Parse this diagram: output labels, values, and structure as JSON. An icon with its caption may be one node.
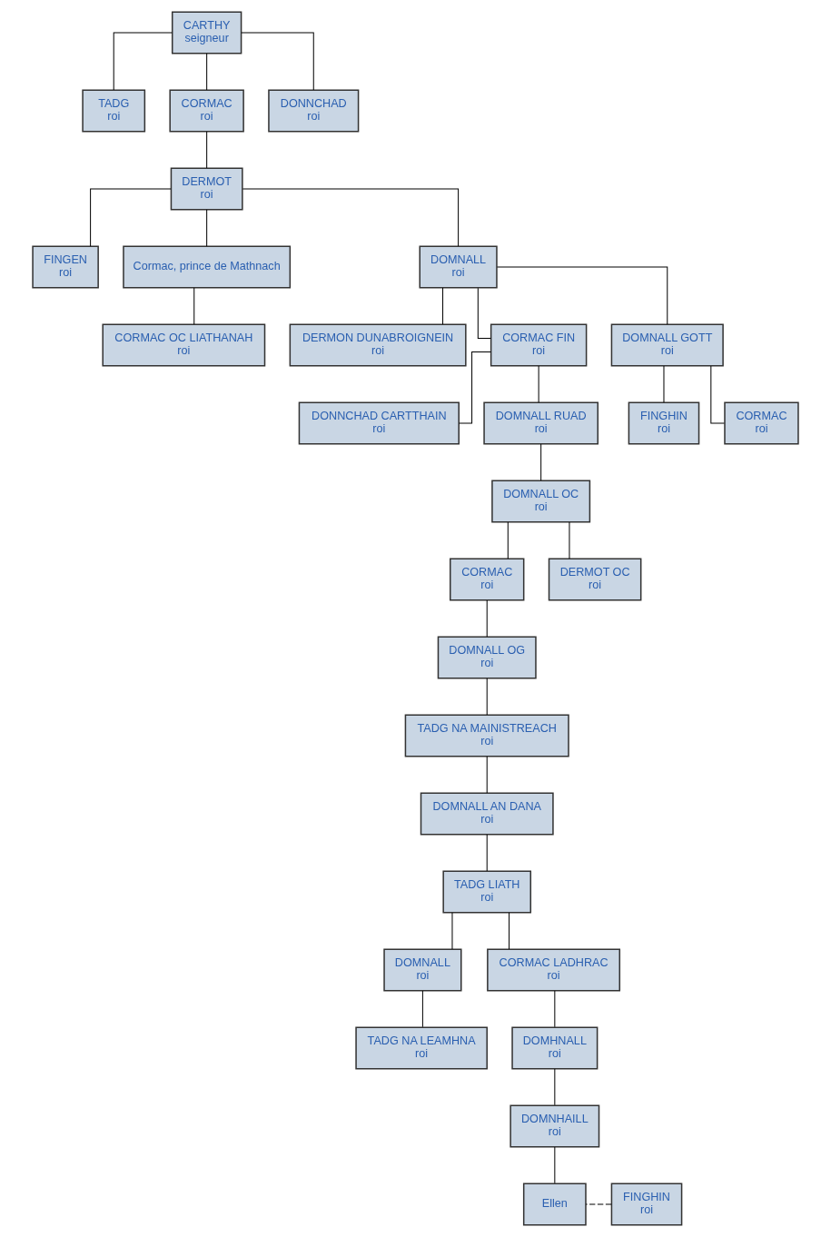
{
  "diagram": {
    "nodes": [
      {
        "text": [
          "CARTHY",
          "seigneur"
        ]
      },
      {
        "text": [
          "TADG",
          "roi"
        ]
      },
      {
        "text": [
          "CORMAC",
          "roi"
        ]
      },
      {
        "text": [
          "DONNCHAD",
          "roi"
        ]
      },
      {
        "text": [
          "DERMOT",
          "roi"
        ]
      },
      {
        "text": [
          "FINGEN",
          "roi"
        ]
      },
      {
        "text": [
          "Cormac, prince de Mathnach"
        ]
      },
      {
        "text": [
          "DOMNALL",
          "roi"
        ]
      },
      {
        "text": [
          "CORMAC OC LIATHANAH",
          "roi"
        ]
      },
      {
        "text": [
          "DERMON DUNABROIGNEIN",
          "roi"
        ]
      },
      {
        "text": [
          "CORMAC FIN",
          "roi"
        ]
      },
      {
        "text": [
          "DOMNALL GOTT",
          "roi"
        ]
      },
      {
        "text": [
          "DONNCHAD CARTTHAIN",
          "roi"
        ]
      },
      {
        "text": [
          "DOMNALL RUAD",
          "roi"
        ]
      },
      {
        "text": [
          "FINGHIN",
          "roi"
        ]
      },
      {
        "text": [
          "CORMAC",
          "roi"
        ]
      },
      {
        "text": [
          "DOMNALL OC",
          "roi"
        ]
      },
      {
        "text": [
          "CORMAC",
          "roi"
        ]
      },
      {
        "text": [
          "DERMOT OC",
          "roi"
        ]
      },
      {
        "text": [
          "DOMNALL OG",
          "roi"
        ]
      },
      {
        "text": [
          "TADG NA MAINISTREACH",
          "roi"
        ]
      },
      {
        "text": [
          "DOMNALL AN DANA",
          "roi"
        ]
      },
      {
        "text": [
          "TADG LIATH",
          "roi"
        ]
      },
      {
        "text": [
          "DOMNALL",
          "roi"
        ]
      },
      {
        "text": [
          "CORMAC LADHRAC",
          "roi"
        ]
      },
      {
        "text": [
          "TADG NA LEAMHNA",
          "roi"
        ]
      },
      {
        "text": [
          "DOMHNALL",
          "roi"
        ]
      },
      {
        "text": [
          "DOMNHAILL",
          "roi"
        ]
      },
      {
        "text": [
          "FINGHIN",
          "roi"
        ]
      },
      {
        "text": [
          "Ellen"
        ]
      }
    ],
    "edges": [
      {
        "from": 0,
        "to": 1,
        "arrow": "none"
      },
      {
        "from": 0,
        "to": 2,
        "arrow": "none"
      },
      {
        "from": 0,
        "to": 3,
        "arrow": "none"
      },
      {
        "from": 2,
        "to": 4,
        "arrow": "none"
      },
      {
        "from": 4,
        "to": 5,
        "arrow": "none"
      },
      {
        "from": 4,
        "to": 6,
        "arrow": "none"
      },
      {
        "from": 4,
        "to": 7,
        "arrow": "none"
      },
      {
        "from": 6,
        "to": 8,
        "arrow": "none"
      },
      {
        "from": 7,
        "to": 9,
        "arrow": "none"
      },
      {
        "from": 7,
        "to": 10,
        "arrow": "none"
      },
      {
        "from": 7,
        "to": 11,
        "arrow": "none"
      },
      {
        "from": 10,
        "to": 12,
        "arrow": "none"
      },
      {
        "from": 10,
        "to": 13,
        "arrow": "none"
      },
      {
        "from": 11,
        "to": 14,
        "arrow": "none"
      },
      {
        "from": 11,
        "to": 15,
        "arrow": "none"
      },
      {
        "from": 13,
        "to": 16,
        "arrow": "none"
      },
      {
        "from": 16,
        "to": 17,
        "arrow": "none"
      },
      {
        "from": 16,
        "to": 18,
        "arrow": "none"
      },
      {
        "from": 17,
        "to": 19,
        "arrow": "none"
      },
      {
        "from": 19,
        "to": 20,
        "arrow": "none"
      },
      {
        "from": 20,
        "to": 21,
        "arrow": "none"
      },
      {
        "from": 21,
        "to": 22,
        "arrow": "none"
      },
      {
        "from": 22,
        "to": 23,
        "arrow": "none"
      },
      {
        "from": 22,
        "to": 24,
        "arrow": "none"
      },
      {
        "from": 23,
        "to": 25,
        "arrow": "none"
      },
      {
        "from": 24,
        "to": 26,
        "arrow": "none"
      },
      {
        "from": 26,
        "to": 27,
        "arrow": "none"
      },
      {
        "from": 27,
        "to": 29,
        "arrow": "none"
      },
      {
        "from": 28,
        "to": 29,
        "arrow": "none",
        "style": "dashed"
      }
    ]
  }
}
